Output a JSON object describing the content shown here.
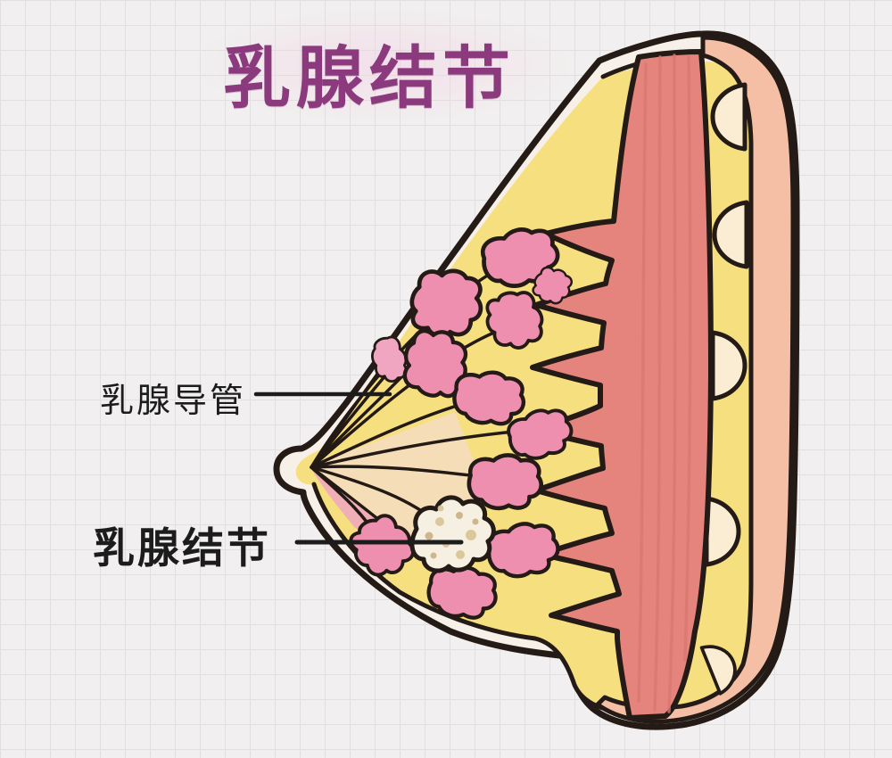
{
  "title": {
    "text": "乳腺结节"
  },
  "annotations": {
    "duct_label": "乳腺导管",
    "nodule_label": "乳腺结节"
  },
  "colors": {
    "background": "#F1EFEF",
    "grid_line": "#E1DFDF",
    "title_purple": "#8C3A7E",
    "ink": "#1C1C1C",
    "outline": "#241A16",
    "skin_pale": "#F7F0E9",
    "skin": "#F5BFA6",
    "fat_yellow": "#F6DF7F",
    "muscle": "#E5837D",
    "muscle_streak": "#D97970",
    "lobule": "#EE8FB0",
    "lobule_light": "#F0A6C0",
    "rib_cream": "#FAEDD3",
    "nodule_fill": "#F6F0E2",
    "speckle": "#D8C494",
    "speckle_dark": "#C7AC7C",
    "duct_line": "#241A15",
    "sinus_pale": "#F4DDC9",
    "sinus_pink": "#EFA9BE"
  }
}
